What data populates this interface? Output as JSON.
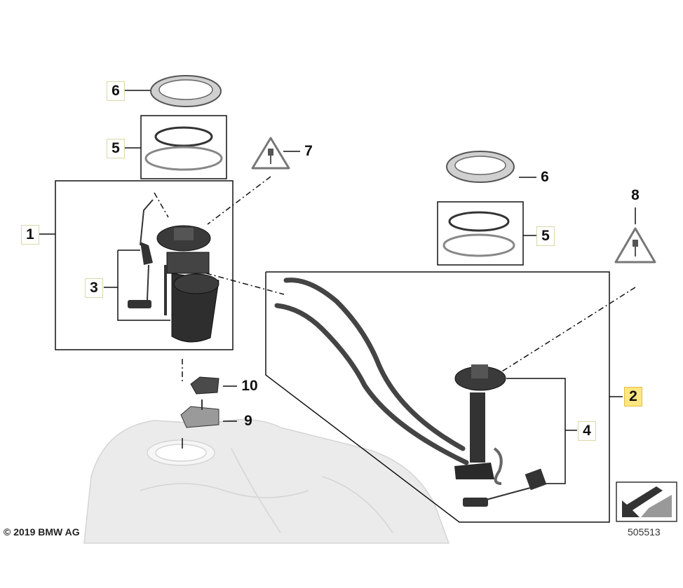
{
  "callouts": {
    "c6a": "6",
    "c5a": "5",
    "c7": "7",
    "c1": "1",
    "c3": "3",
    "c6b": "6",
    "c5b": "5",
    "c8": "8",
    "c4": "4",
    "c2": "2",
    "c10": "10",
    "c9": "9"
  },
  "copyright": "© 2019 BMW AG",
  "document_number": "505513",
  "icons": {
    "plug_warning_7": "plug-warning-icon",
    "plug_warning_8": "plug-warning-icon",
    "return_arrow": "arrow-return-icon"
  },
  "colors": {
    "highlight": "#ffe680",
    "line": "#111111",
    "part_gray": "#9a9a9a"
  }
}
